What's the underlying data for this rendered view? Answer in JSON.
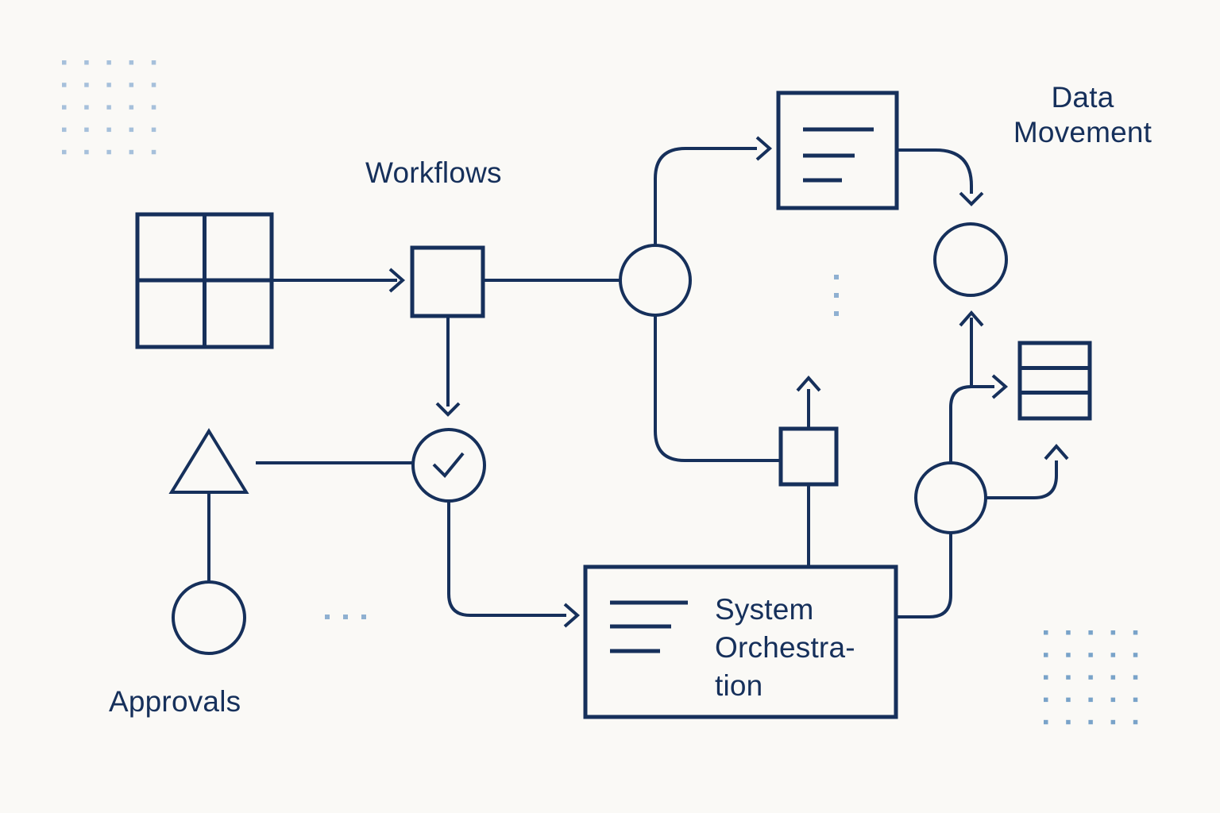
{
  "colors": {
    "bg": "#faf9f6",
    "line": "#16305b",
    "dot_light": "#a6c0db",
    "dot_mid": "#8fb0d1",
    "dot_dark": "#79a3c9"
  },
  "labels": {
    "workflows": "Workflows",
    "data_movement_lines": [
      "Data",
      "Movement"
    ],
    "approvals": "Approvals",
    "system_lines": [
      "System",
      "Orchestra-",
      "tion"
    ]
  },
  "diagram": {
    "nodes": [
      {
        "id": "grid-square",
        "kind": "2x2-grid-square"
      },
      {
        "id": "process-square-1",
        "kind": "square"
      },
      {
        "id": "junction-circle",
        "kind": "circle"
      },
      {
        "id": "document-box",
        "kind": "box-with-text-lines"
      },
      {
        "id": "data-circle",
        "kind": "circle"
      },
      {
        "id": "process-square-2",
        "kind": "square"
      },
      {
        "id": "check-circle",
        "kind": "circle-with-checkmark"
      },
      {
        "id": "approval-triangle",
        "kind": "triangle"
      },
      {
        "id": "approvals-circle",
        "kind": "circle"
      },
      {
        "id": "system-orchestration-box",
        "kind": "box-with-text"
      },
      {
        "id": "output-circle",
        "kind": "circle"
      },
      {
        "id": "database-box",
        "kind": "box-with-rows"
      }
    ]
  }
}
